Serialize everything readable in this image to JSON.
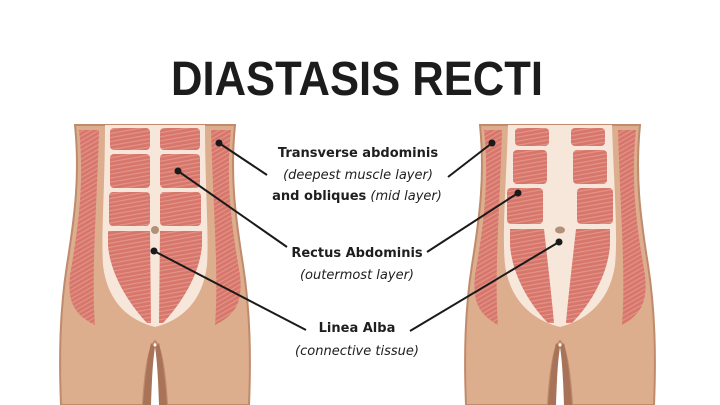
{
  "title": "DIASTASIS RECTI",
  "labels": {
    "transverse": {
      "name": "Transverse abdominis",
      "note": "(deepest muscle layer)",
      "name2": "and obliques",
      "note2": "(mid layer)"
    },
    "rectus": {
      "name": "Rectus Abdominis",
      "note": "(outermost layer)"
    },
    "linea": {
      "name": "Linea Alba",
      "note": "(connective tissue)"
    }
  },
  "colors": {
    "skin": "#dcae8e",
    "skin_shadow": "#c89274",
    "muscle": "#d7766a",
    "muscle_stripe": "#e7978b",
    "sheath": "#f7e6da",
    "line": "#1a1a1a"
  }
}
